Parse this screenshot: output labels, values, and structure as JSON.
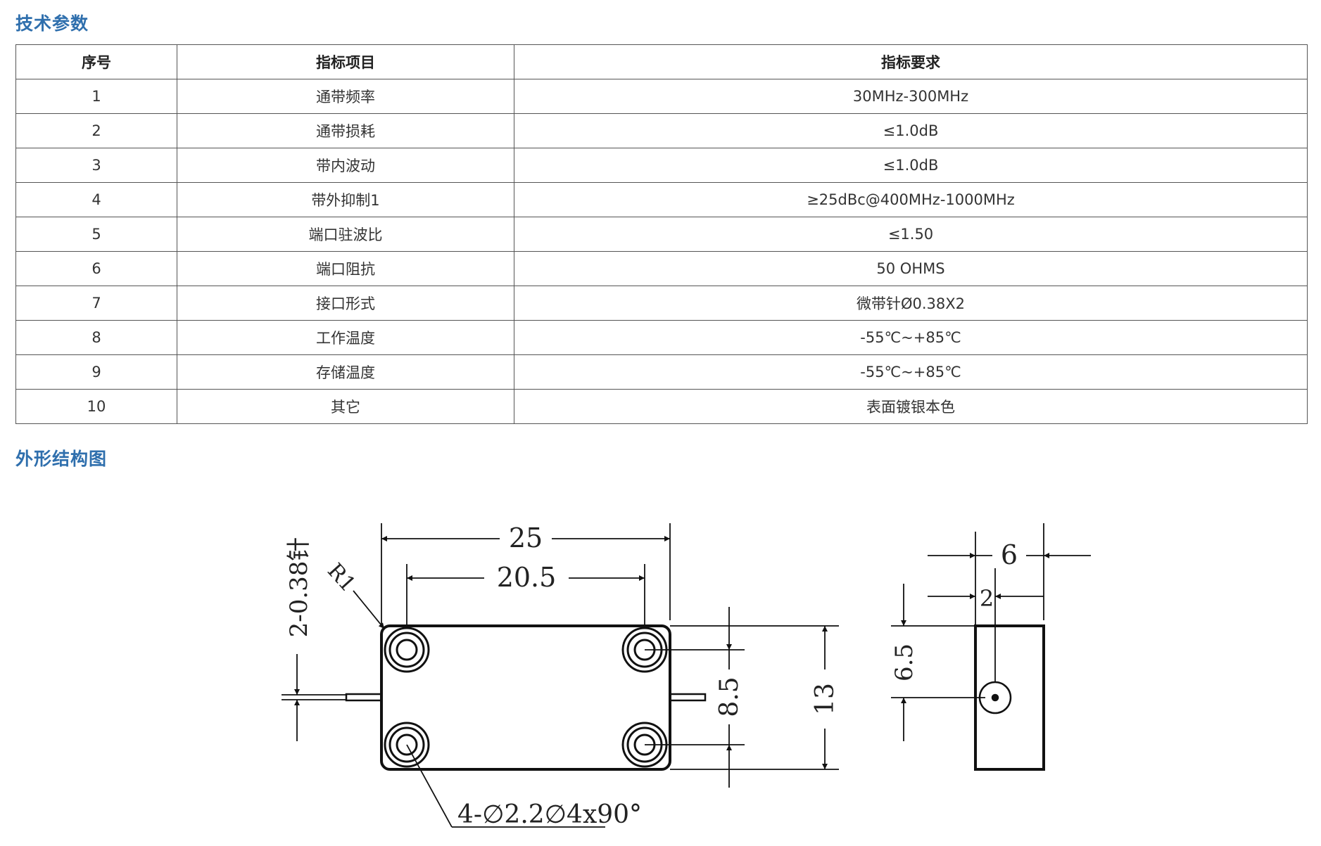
{
  "sections": {
    "specs_title": "技术参数",
    "drawing_title": "外形结构图"
  },
  "table": {
    "headers": [
      "序号",
      "指标项目",
      "指标要求"
    ],
    "rows": [
      [
        "1",
        "通带频率",
        "30MHz-300MHz"
      ],
      [
        "2",
        "通带损耗",
        "≤1.0dB"
      ],
      [
        "3",
        "带内波动",
        "≤1.0dB"
      ],
      [
        "4",
        "带外抑制1",
        "≥25dBc@400MHz-1000MHz"
      ],
      [
        "5",
        "端口驻波比",
        "≤1.50"
      ],
      [
        "6",
        "端口阻抗",
        "50 OHMS"
      ],
      [
        "7",
        "接口形式",
        "微带针Ø0.38X2"
      ],
      [
        "8",
        "工作温度",
        "-55℃~+85℃"
      ],
      [
        "9",
        "存储温度",
        "-55℃~+85℃"
      ],
      [
        "10",
        "其它",
        "表面镀银本色"
      ]
    ]
  },
  "drawing": {
    "dims": {
      "length": "25",
      "hole_spacing_x": "20.5",
      "pin_label": "2-0.38针",
      "corner_radius": "R1",
      "hole_spacing_y": "8.5",
      "width": "13",
      "depth": "6",
      "pin_offset": "2",
      "pin_height": "6.5",
      "holes": "4-∅2.2∅4x90°"
    }
  }
}
